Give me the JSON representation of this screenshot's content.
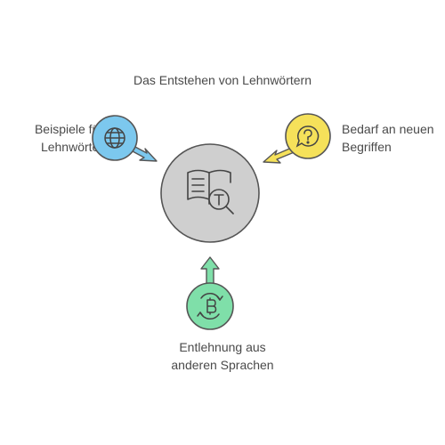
{
  "title": "Das Entstehen von Lehnwörtern",
  "nodes": {
    "left": {
      "line1": "Beispiele für",
      "line2": "Lehnwörter",
      "icon": "globe-icon",
      "color": "#7cc8ee"
    },
    "right": {
      "line1": "Bedarf an neuen",
      "line2": "Begriffen",
      "icon": "question-bubble-icon",
      "color": "#f5e15a"
    },
    "bottom": {
      "line1": "Entlehnung aus",
      "line2": "anderen Sprachen",
      "icon": "bitcoin-exchange-icon",
      "color": "#7fdfa9"
    },
    "center": {
      "icon": "book-search-icon",
      "color": "#cfcfcf"
    }
  }
}
